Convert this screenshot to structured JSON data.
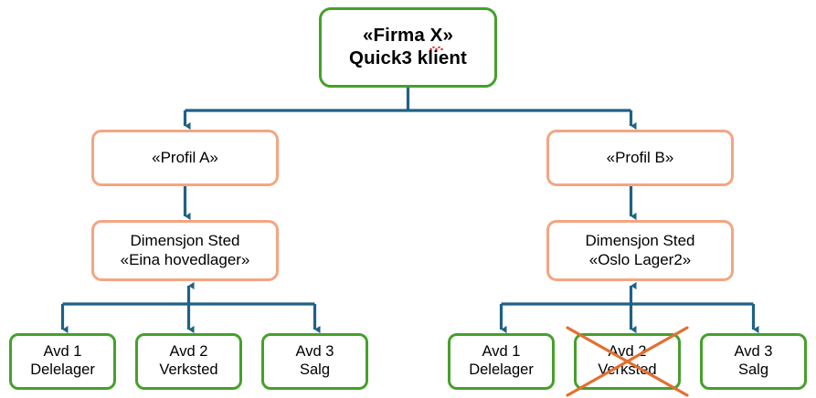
{
  "diagram": {
    "title": "Quick3 klient profil- og avdelingsstruktur",
    "colors": {
      "green_border": "#45a02b",
      "salmon_border": "#f4a582",
      "connector_blue": "#1f6187",
      "crossout_orange": "#e2702f",
      "spellcheck_red": "#e8262b",
      "background": "#ffffff",
      "text": "#000000"
    },
    "root": {
      "line1_prefix": "«Firma ",
      "line1_misspelled": "X",
      "line1_suffix": "»",
      "line2": "Quick3 klient",
      "border": "green",
      "spellcheck_underline": true
    },
    "branches": [
      {
        "id": "a",
        "profile": {
          "label": "«Profil A»",
          "border": "salmon"
        },
        "dimension": {
          "line1": "Dimensjon Sted",
          "line2": "«Eina hovedlager»",
          "border": "salmon"
        },
        "leaves": [
          {
            "line1": "Avd 1",
            "line2": "Delelager",
            "border": "green",
            "crossed_out": false
          },
          {
            "line1": "Avd 2",
            "line2": "Verksted",
            "border": "green",
            "crossed_out": false
          },
          {
            "line1": "Avd 3",
            "line2": "Salg",
            "border": "green",
            "crossed_out": false
          }
        ]
      },
      {
        "id": "b",
        "profile": {
          "label": "«Profil B»",
          "border": "salmon"
        },
        "dimension": {
          "line1": "Dimensjon Sted",
          "line2": "«Oslo Lager2»",
          "border": "salmon"
        },
        "leaves": [
          {
            "line1": "Avd 1",
            "line2": "Delelager",
            "border": "green",
            "crossed_out": false
          },
          {
            "line1": "Avd 2",
            "line2": "Verksted",
            "border": "green",
            "crossed_out": true
          },
          {
            "line1": "Avd 3",
            "line2": "Salg",
            "border": "green",
            "crossed_out": false
          }
        ]
      }
    ],
    "connectors": {
      "root_split": {
        "arrowheads": "down",
        "targets": [
          "«Profil A»",
          "«Profil B»"
        ]
      },
      "profile_to_dimension": {
        "arrowheads": "down"
      },
      "dimension_to_leaves": {
        "outer_arrowheads": "down",
        "center_arrowheads": "double"
      }
    }
  }
}
